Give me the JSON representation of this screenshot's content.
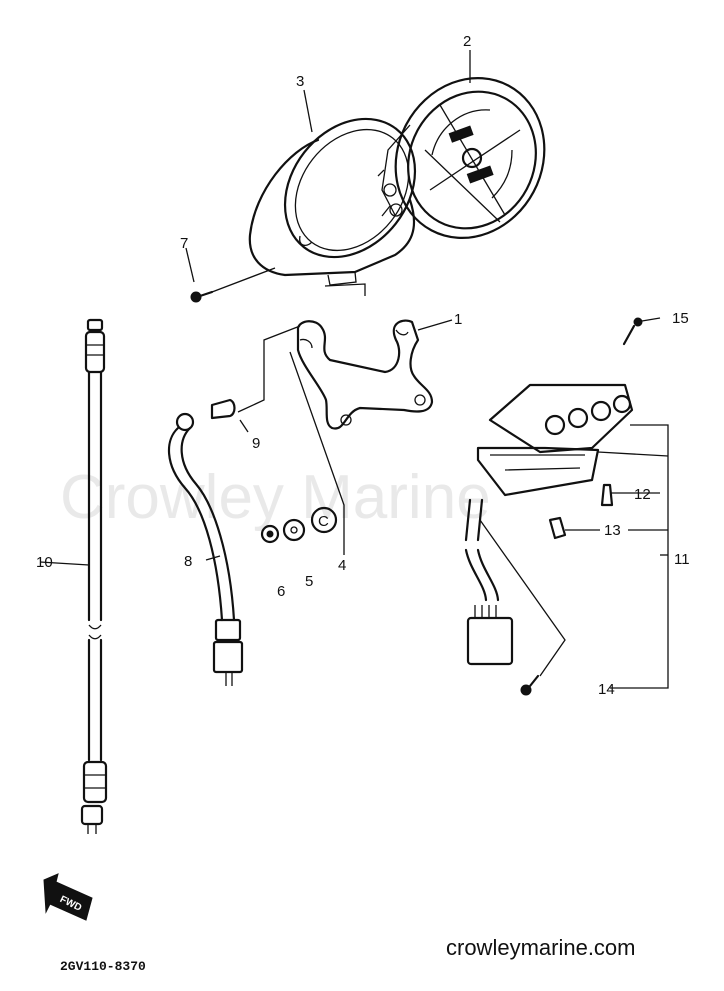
{
  "watermark": "Crowley Marine",
  "website": "crowleymarine.com",
  "diagram_code": "2GV110-8370",
  "fwd_label": "FWD",
  "callouts": {
    "p1": "1",
    "p2": "2",
    "p3": "3",
    "p4": "4",
    "p5": "5",
    "p6": "6",
    "p7": "7",
    "p8": "8",
    "p9": "9",
    "p10": "10",
    "p11": "11",
    "p12": "12",
    "p13": "13",
    "p14": "14",
    "p15": "15"
  }
}
